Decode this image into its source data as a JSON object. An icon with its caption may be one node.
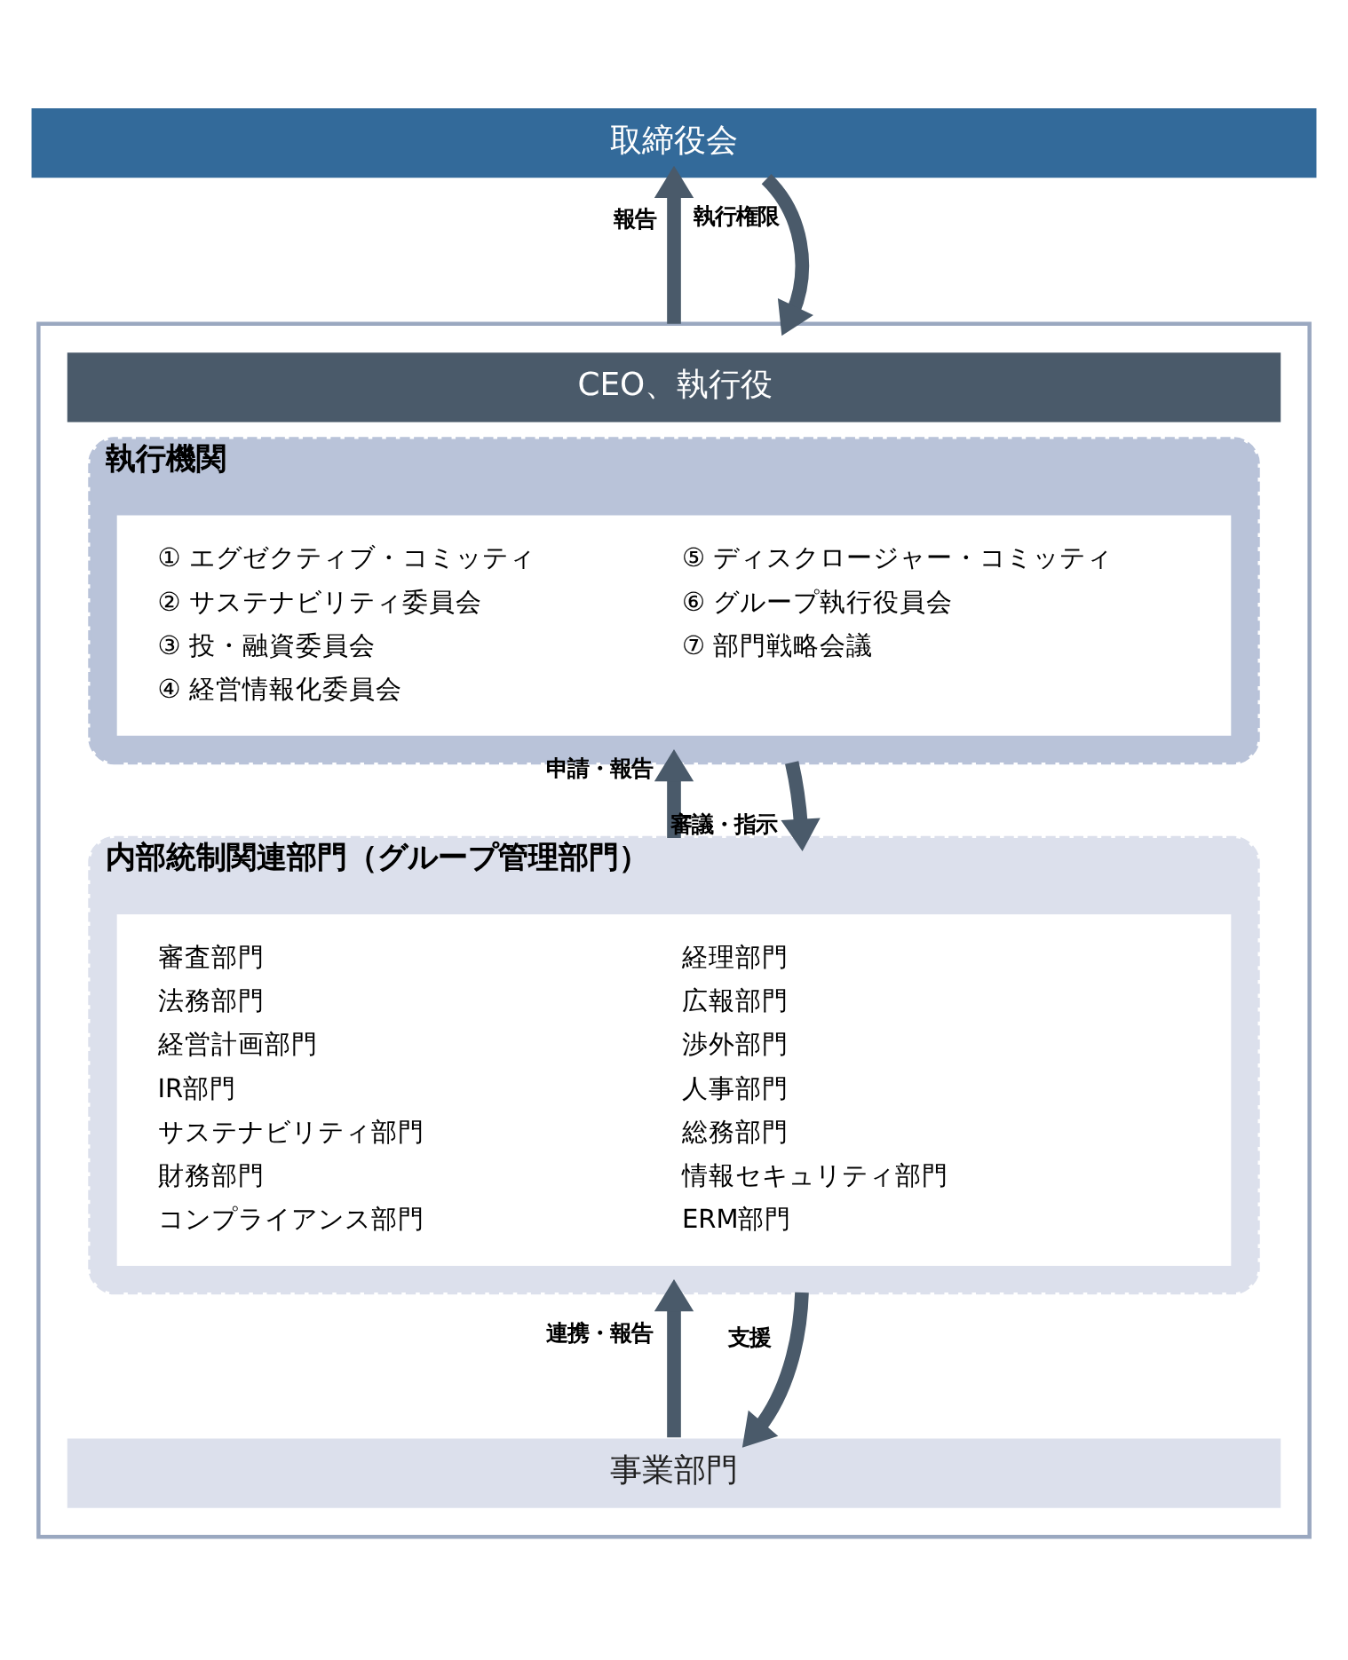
{
  "diagram": {
    "nodes": [
      {
        "text": [
          "取締役会"
        ]
      },
      {
        "text": [],
        "shape": "box"
      },
      {
        "text": [
          "CEO、執行役"
        ],
        "in": 1
      },
      {
        "text": [
          "執行機関"
        ],
        "in": 1
      },
      {
        "text": [
          "① エグゼクティブ・コミッティ",
          "② サステナビリティ委員会",
          "③ 投・融資委員会",
          "④ 経営情報化委員会",
          "⑤ ディスクロージャー・コミッティ",
          "⑥ グループ執行役員会",
          "⑦ 部門戦略会議"
        ],
        "in": 3
      },
      {
        "text": [
          "内部統制関連部門（グループ管理部門）"
        ],
        "in": 1
      },
      {
        "text": [
          "審査部門",
          "法務部門",
          "経営計画部門",
          "IR部門",
          "サステナビリティ部門",
          "財務部門",
          "コンプライアンス部門",
          "経理部門",
          "広報部門",
          "渉外部門",
          "人事部門",
          "総務部門",
          "情報セキュリティ部門",
          "ERM部門"
        ],
        "in": 5
      },
      {
        "text": [
          "事業部門"
        ],
        "in": 1
      }
    ],
    "edges": [
      {
        "from": 1,
        "to": 0,
        "arrow": "to",
        "label": "報告"
      },
      {
        "from": 0,
        "to": 1,
        "arrow": "to",
        "label": "執行権限"
      },
      {
        "from": 5,
        "to": 3,
        "arrow": "to",
        "label": "申請・報告"
      },
      {
        "from": 3,
        "to": 5,
        "arrow": "to",
        "label": "審議・指示"
      },
      {
        "from": 7,
        "to": 5,
        "arrow": "to",
        "label": "連携・報告"
      },
      {
        "from": 5,
        "to": 7,
        "arrow": "to",
        "label": "支援"
      }
    ]
  }
}
